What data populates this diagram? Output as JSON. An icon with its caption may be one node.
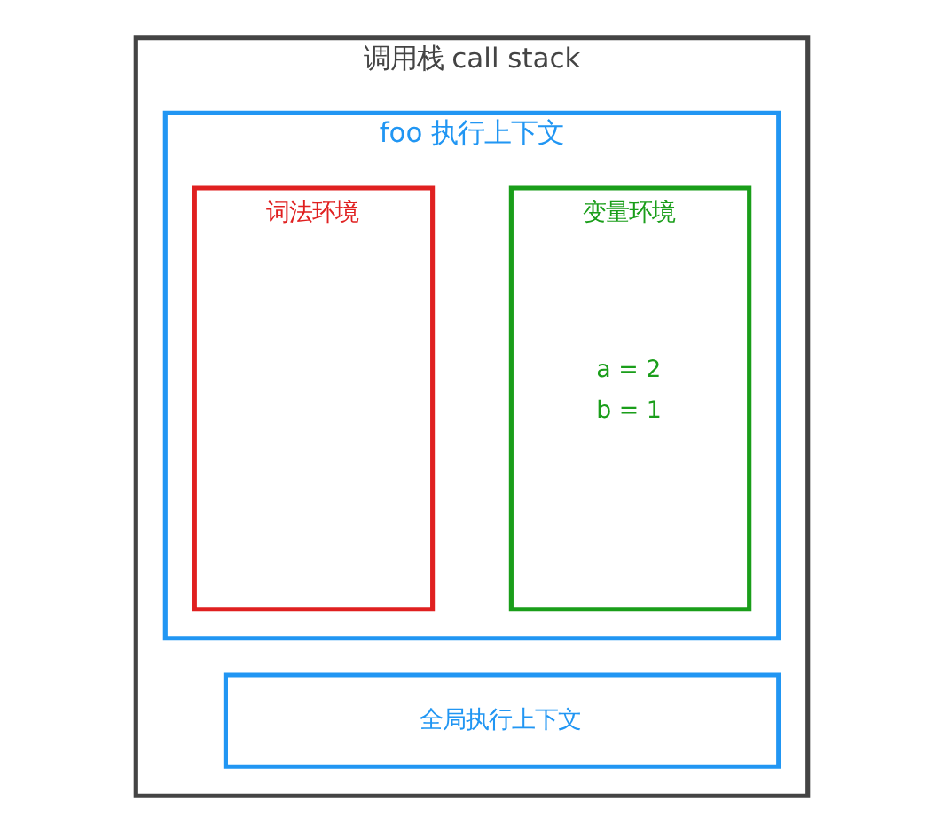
{
  "diagram": {
    "nodes": [
      {
        "text": [
          "调用栈 call stack"
        ]
      },
      {
        "text": [
          "foo 执行上下文"
        ],
        "in": 0
      },
      {
        "text": [
          "变量环境",
          "a = 2",
          "b = 1"
        ],
        "in": 1
      },
      {
        "text": [
          "词法环境"
        ],
        "in": 1
      },
      {
        "text": [
          "全局执行上下文"
        ],
        "in": 0
      }
    ],
    "edges": []
  }
}
